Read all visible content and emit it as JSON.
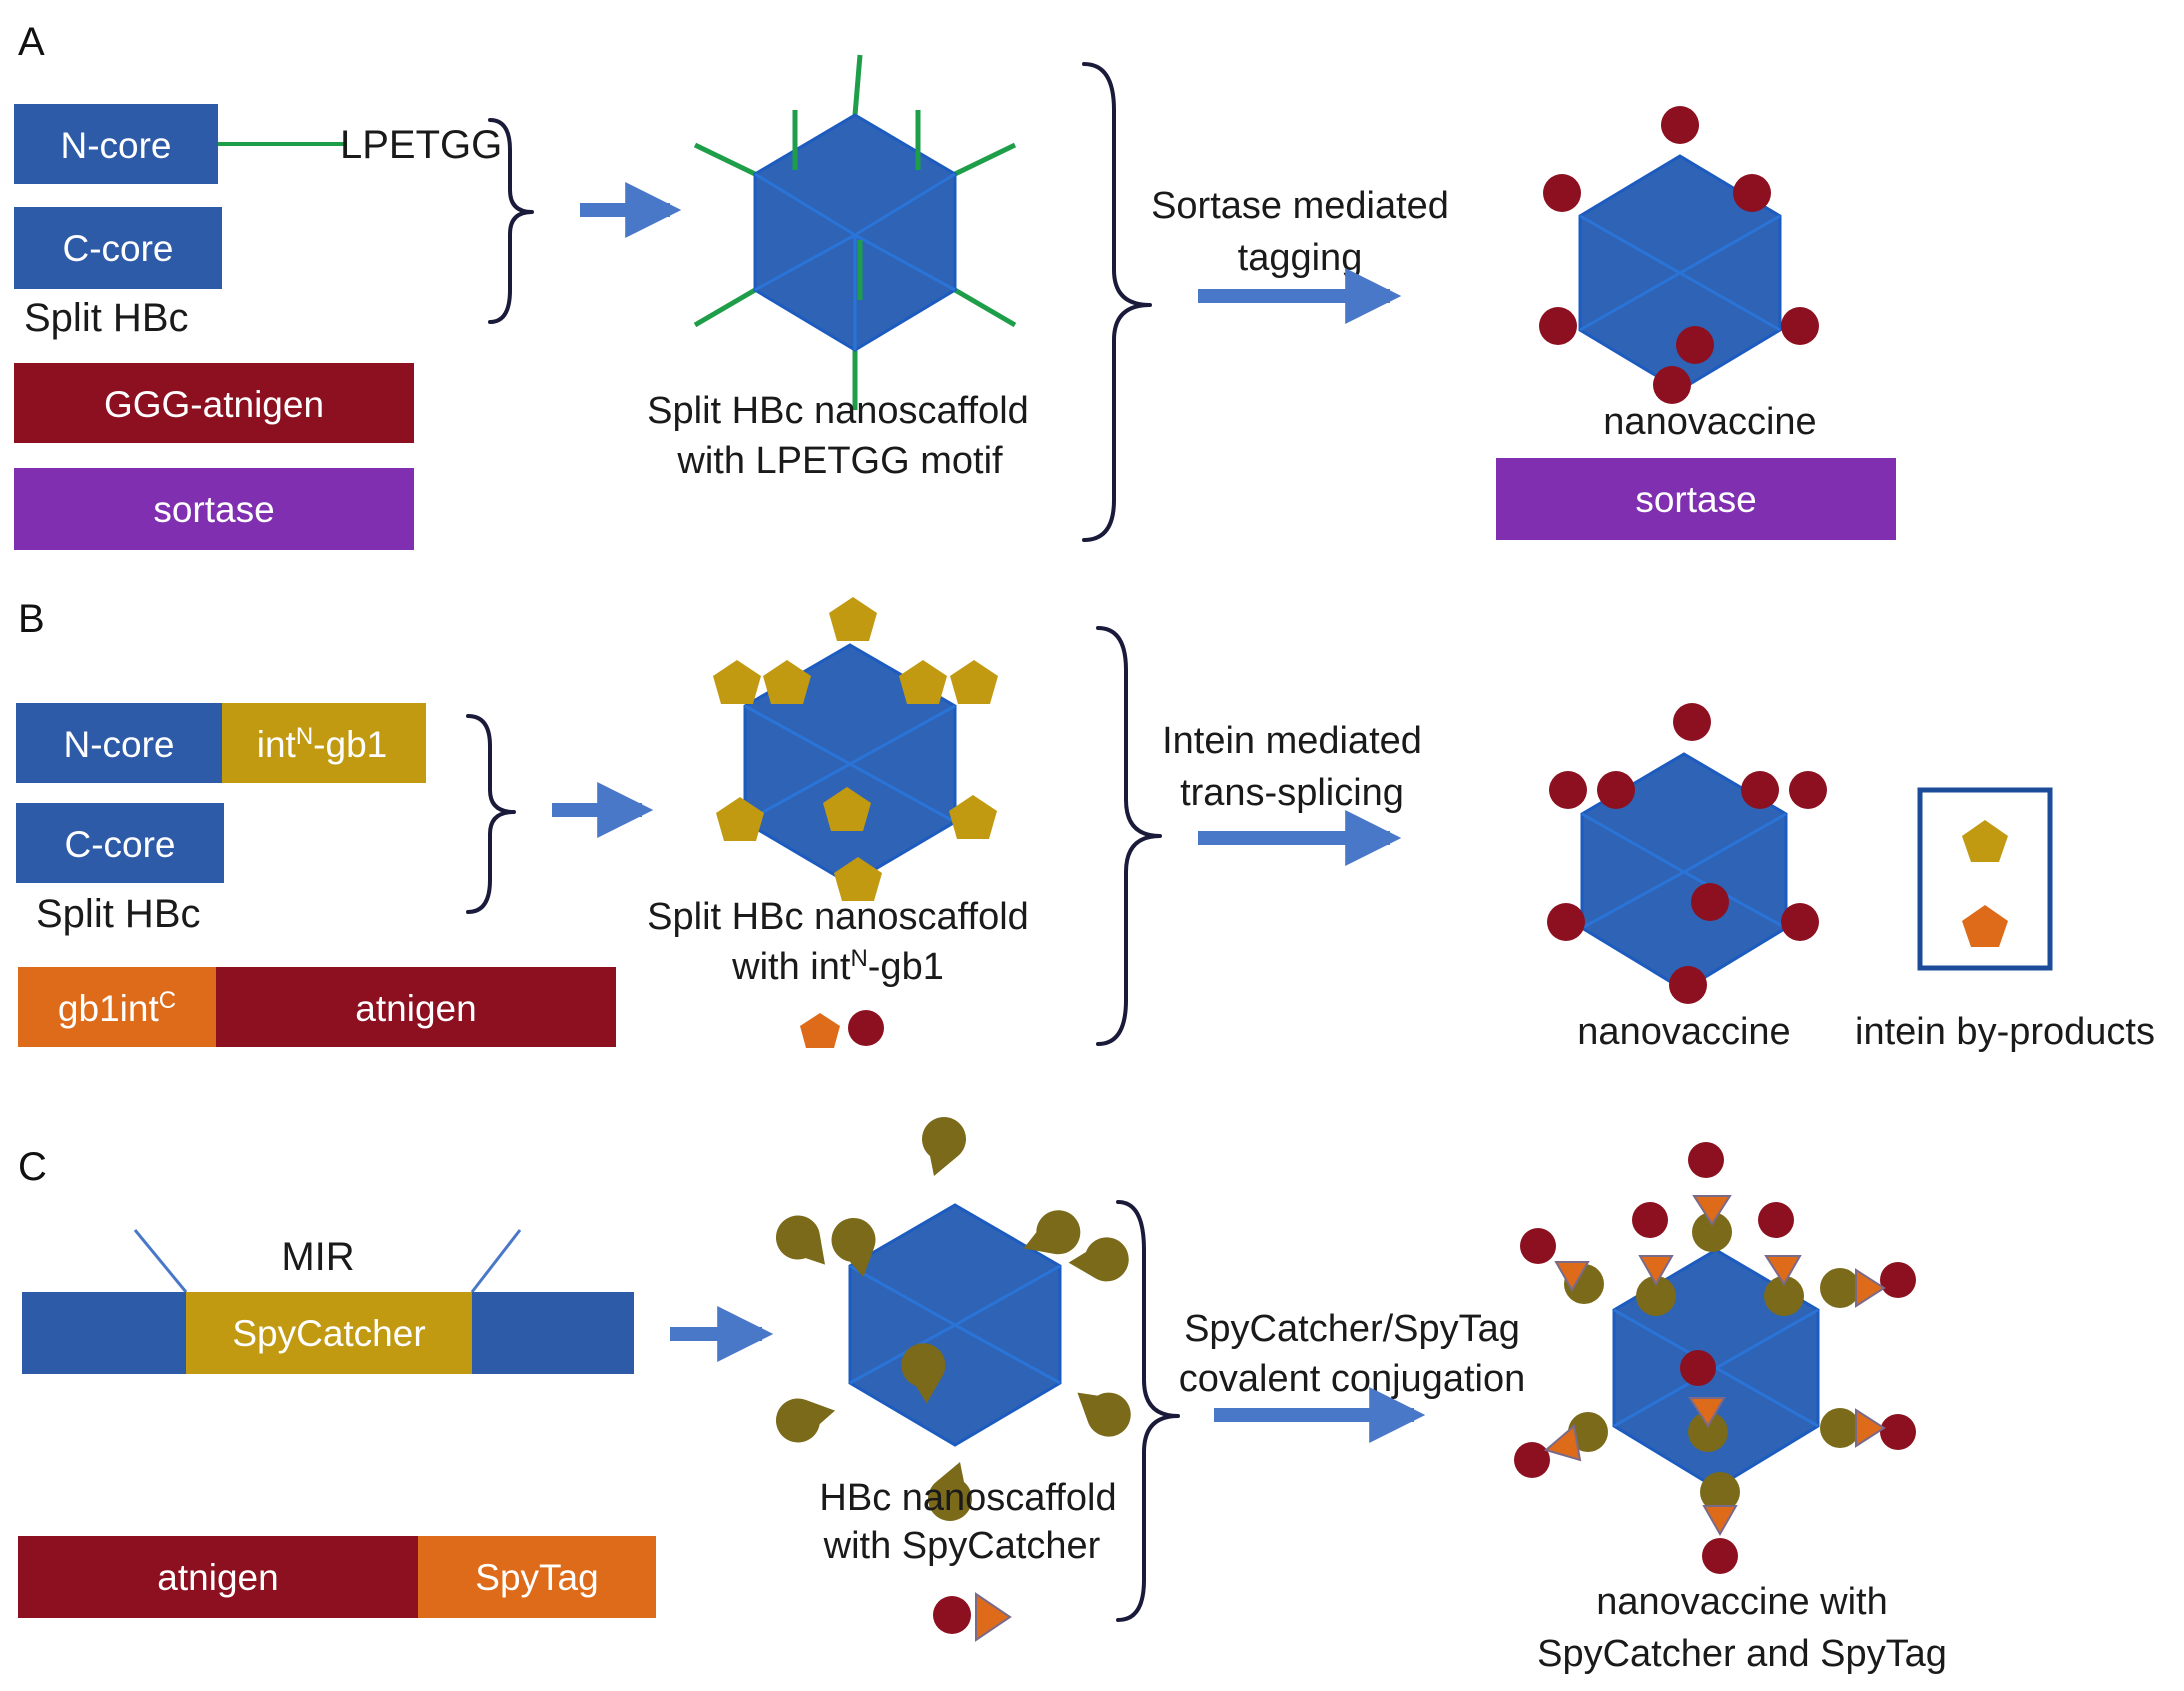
{
  "colors": {
    "core_blue": "#2e5ba8",
    "hex_blue": "#2f63b5",
    "hex_edge": "#1c5bbf",
    "antigen_red": "#8c1020",
    "sortase_purple": "#7f2fb0",
    "gold": "#c19a12",
    "orange": "#de6b1a",
    "spycatcher_olive": "#7a6a1a",
    "spikes_green": "#1f9e4a",
    "arrow_blue": "#4a78c8"
  },
  "panel_a": {
    "letter": "A",
    "n_core": "N-core",
    "lpetgg": "LPETGG",
    "c_core": "C-core",
    "split_hbc": "Split HBc",
    "ggg_antigen": "GGG-atnigen",
    "sortase": "sortase",
    "scaffold_caption_1": "Split HBc nanoscaffold",
    "scaffold_caption_2": "with LPETGG motif",
    "process_1": "Sortase mediated",
    "process_2": "tagging",
    "product": "nanovaccine",
    "product_sortase": "sortase"
  },
  "panel_b": {
    "letter": "B",
    "n_core": "N-core",
    "int_n_gb1_pre": "int",
    "int_n_gb1_sup": "N",
    "int_n_gb1_post": "-gb1",
    "c_core": "C-core",
    "split_hbc": "Split HBc",
    "gb1int_pre": "gb1int",
    "gb1int_sup": "C",
    "antigen": "atnigen",
    "scaffold_caption_1": "Split HBc nanoscaffold",
    "scaffold_caption_2_pre": "with int",
    "scaffold_caption_2_sup": "N",
    "scaffold_caption_2_post": "-gb1",
    "process_1": "Intein mediated",
    "process_2": "trans-splicing",
    "product": "nanovaccine",
    "byproducts": "intein by-products"
  },
  "panel_c": {
    "letter": "C",
    "mir": "MIR",
    "spycatcher": "SpyCatcher",
    "antigen": "atnigen",
    "spytag": "SpyTag",
    "scaffold_caption_1": "HBc nanoscaffold",
    "scaffold_caption_2": "with SpyCatcher",
    "process_1": "SpyCatcher/SpyTag",
    "process_2": "covalent conjugation",
    "product_1": "nanovaccine with",
    "product_2": "SpyCatcher and SpyTag"
  }
}
